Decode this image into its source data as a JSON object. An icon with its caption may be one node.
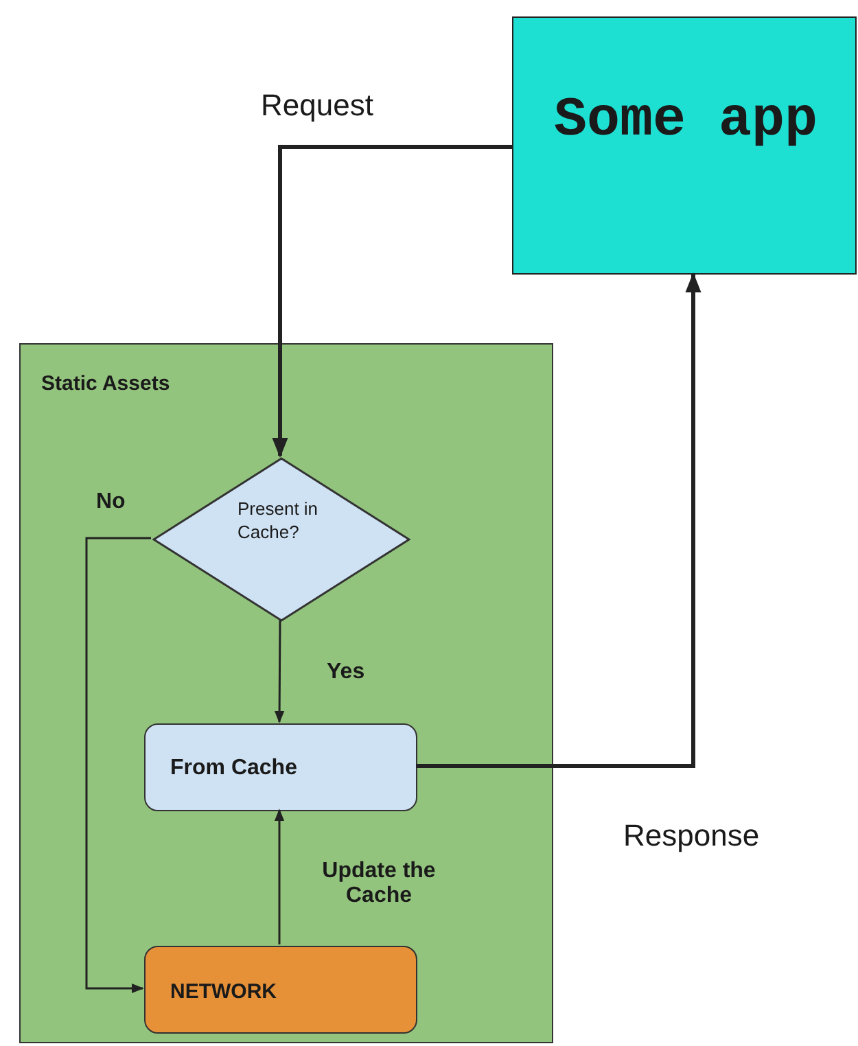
{
  "diagram": {
    "nodes": [
      {
        "text": [
          "Some app"
        ]
      },
      {
        "text": [
          "Static Assets"
        ]
      },
      {
        "text": [
          "Present in Cache?"
        ],
        "in": 1
      },
      {
        "text": [
          "From Cache"
        ],
        "in": 1
      },
      {
        "text": [
          "NETWORK"
        ],
        "in": 1
      }
    ],
    "edges": [
      {
        "from": 0,
        "to": 2,
        "arrow": "to",
        "label": "Request",
        "style": "thick"
      },
      {
        "from": 2,
        "to": 3,
        "arrow": "to",
        "label": "Yes"
      },
      {
        "from": 2,
        "to": 4,
        "arrow": "to",
        "label": "No"
      },
      {
        "from": 4,
        "to": 3,
        "arrow": "to",
        "label": "Update the Cache"
      },
      {
        "from": 3,
        "to": 0,
        "arrow": "to",
        "label": "Response",
        "style": "thick"
      }
    ]
  }
}
